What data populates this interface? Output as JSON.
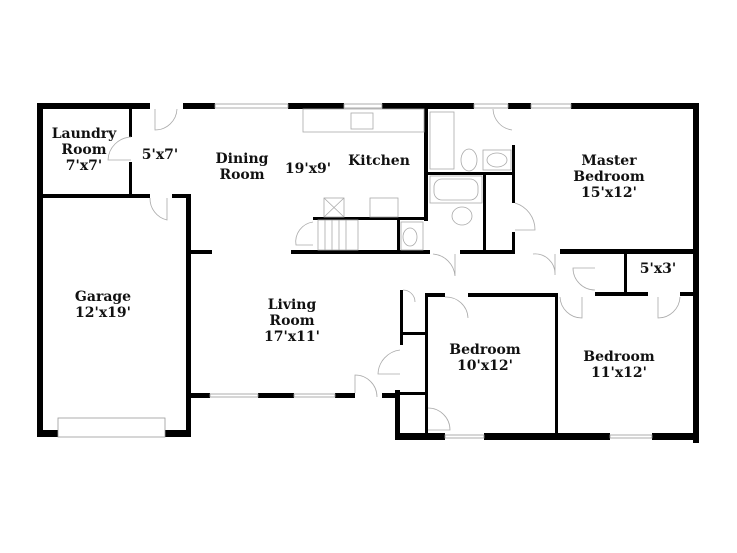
{
  "rooms": {
    "laundry": {
      "name_line1": "Laundry",
      "name_line2": "Room",
      "size": "7'x7'"
    },
    "entry": {
      "size": "5'x7'"
    },
    "dining": {
      "name_line1": "Dining",
      "name_line2": "Room"
    },
    "dining_kitchen": {
      "size": "19'x9'"
    },
    "kitchen": {
      "name": "Kitchen"
    },
    "garage": {
      "name": "Garage",
      "size": "12'x19'"
    },
    "living": {
      "name_line1": "Living",
      "name_line2": "Room",
      "size": "17'x11'"
    },
    "master": {
      "name_line1": "Master",
      "name_line2": "Bedroom",
      "size": "15'x12'"
    },
    "closet": {
      "size": "5'x3'"
    },
    "bedroom2": {
      "name": "Bedroom",
      "size": "10'x12'"
    },
    "bedroom3": {
      "name": "Bedroom",
      "size": "11'x12'"
    }
  }
}
